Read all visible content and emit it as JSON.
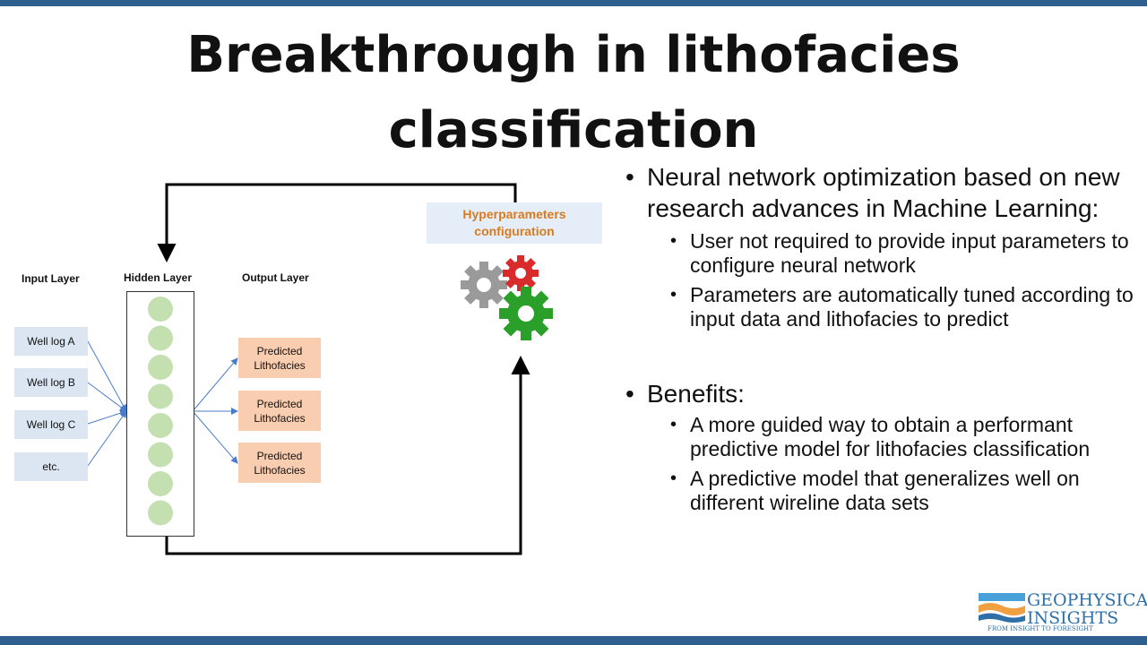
{
  "title": "Breakthrough in lithofacies\nclassification",
  "diagram": {
    "input_layer_label": "Input Layer",
    "hidden_layer_label": "Hidden Layer",
    "output_layer_label": "Output Layer",
    "inputs": [
      "Well log A",
      "Well log B",
      "Well log C",
      "etc."
    ],
    "outputs": [
      "Predicted Lithofacies",
      "Predicted Lithofacies",
      "Predicted Lithofacies"
    ],
    "hidden_node_count": 8,
    "hyperparameters_label": "Hyperparameters configuration",
    "colors": {
      "input_box": "#dbe6f2",
      "output_box": "#f9cdb0",
      "hidden_node": "#c4e0b0",
      "hyper_text": "#d97a1c",
      "arrow": "#4a7cc9",
      "gear_gray": "#9a9a9a",
      "gear_red": "#d92b2b",
      "gear_green": "#2aa02a"
    }
  },
  "bullets": {
    "b1": "Neural network optimization based on new research advances in Machine Learning:",
    "b1_1": "User not required to provide input parameters to configure neural network",
    "b1_2": "Parameters are automatically tuned according to input data and lithofacies to predict",
    "b2": "Benefits:",
    "b2_1": "A more guided way to obtain a performant predictive model for lithofacies classification",
    "b2_2": "A predictive model that generalizes well on different wireline data sets"
  },
  "logo": {
    "name": "GEOPHYSICAL\nINSIGHTS",
    "tagline": "FROM INSIGHT TO FORESIGHT"
  }
}
